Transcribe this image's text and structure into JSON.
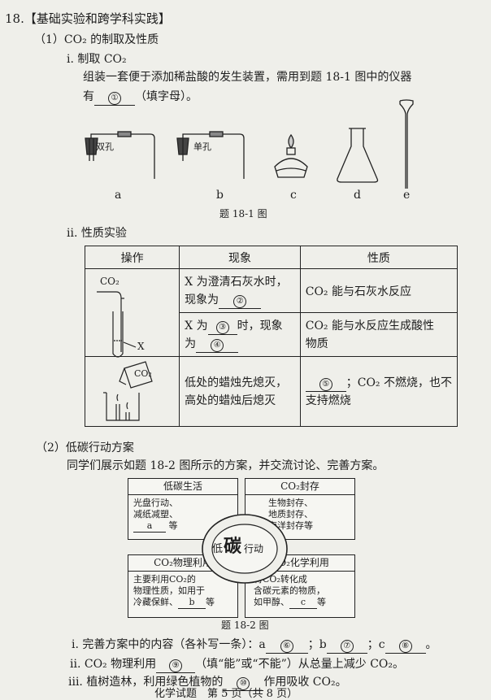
{
  "question": {
    "number": "18.",
    "title": "【基础实验和跨学科实践】",
    "part1": "（1）CO₂ 的制取及性质",
    "sub_i": "i. 制取 CO₂",
    "sub_i_text1": "组装一套便于添加稀盐酸的发生装置，需用到题 18-1 图中的仪器",
    "sub_i_text2_pre": "有",
    "sub_i_text2_post": "（填字母）。",
    "blank1": "①"
  },
  "figure1": {
    "caption": "题 18-1 图",
    "label_a_tag": "双孔",
    "label_b_tag": "单孔",
    "letters": [
      "a",
      "b",
      "c",
      "d",
      "e"
    ]
  },
  "sub_ii": "ii. 性质实验",
  "table": {
    "headers": [
      "操作",
      "现象",
      "性质"
    ],
    "op1_label": "CO₂",
    "op1_x": "X",
    "row1_phen_a": "X 为澄清石灰水时，",
    "row1_phen_b": "现象为",
    "row1_blank": "②",
    "row1_prop": "CO₂ 能与石灰水反应",
    "row2_phen_a_pre": "X 为",
    "row2_blank_a": "③",
    "row2_phen_a_post": "时，现象",
    "row2_phen_b_pre": "为",
    "row2_blank_b": "④",
    "row2_prop_a": "CO₂ 能与水反应生成酸性",
    "row2_prop_b": "物质",
    "op3_label": "CO₂",
    "row3_phen_a": "低处的蜡烛先熄灭，",
    "row3_phen_b": "高处的蜡烛后熄灭",
    "row3_blank": "⑤",
    "row3_prop_a": "；CO₂ 不燃烧，也不",
    "row3_prop_b": "支持燃烧"
  },
  "part2": {
    "title": "（2）低碳行动方案",
    "intro": "同学们展示如题 18-2 图所示的方案，并交流讨论、完善方案。"
  },
  "figure2": {
    "caption": "题 18-2 图",
    "center_a": "低",
    "center_b": "碳",
    "center_c": "行动",
    "box1_title": "低碳生活",
    "box1_lines": [
      "光盘行动、",
      "减纸减塑、"
    ],
    "box1_blank": "a",
    "box1_end": "等",
    "box2_title": "CO₂封存",
    "box2_lines": [
      "生物封存、",
      "地质封存、",
      "海洋封存等"
    ],
    "box3_title": "CO₂物理利用",
    "box3_lines": [
      "主要利用CO₂的",
      "物理性质，如用于",
      "冷藏保鲜、"
    ],
    "box3_blank": "b",
    "box3_end": "等",
    "box4_title": "CO₂化学利用",
    "box4_lines": [
      "将CO₂转化成",
      "含碳元素的物质，",
      "如甲醇、"
    ],
    "box4_blank": "c",
    "box4_end": "等"
  },
  "answers": {
    "i_pre": "i. 完善方案中的内容（各补写一条）：a",
    "i_blank6": "⑥",
    "i_mid1": "；b",
    "i_blank7": "⑦",
    "i_mid2": "；c",
    "i_blank8": "⑧",
    "i_end": "。",
    "ii_pre": "ii. CO₂ 物理利用",
    "ii_blank9": "⑨",
    "ii_post": "（填“能”或“不能”）从总量上减少 CO₂。",
    "iii_pre": "iii. 植树造林，利用绿色植物的",
    "iii_blank10": "⑩",
    "iii_post": "作用吸收 CO₂。"
  },
  "footer": "化学试题　第 5 页（共 8 页）"
}
